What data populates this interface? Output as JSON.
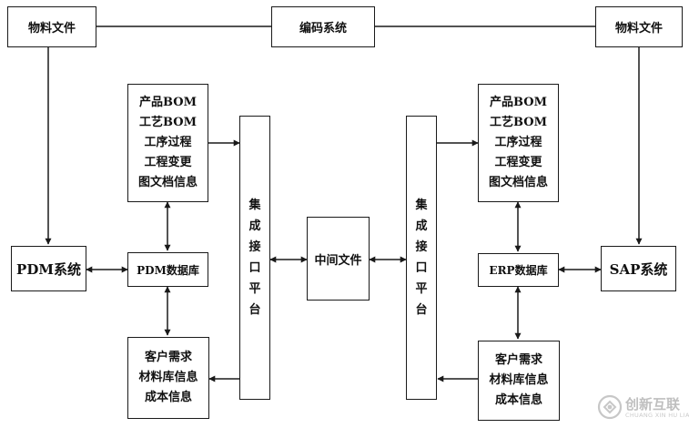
{
  "diagram": {
    "nodes": {
      "material_file_left": "物料文件",
      "coding_system": "编码系统",
      "material_file_right": "物料文件",
      "pdm_system": "PDM系统",
      "pdm_database": "PDM数据库",
      "erp_database": "ERP数据库",
      "sap_system": "SAP系统",
      "middle_file": "中间文件"
    },
    "left_info_top": [
      "产品BOM",
      "工艺BOM",
      "工序过程",
      "工程变更",
      "图文档信息"
    ],
    "left_info_bottom": [
      "客户需求",
      "材料库信息",
      "成本信息"
    ],
    "right_info_top": [
      "产品BOM",
      "工艺BOM",
      "工序过程",
      "工程变更",
      "图文档信息"
    ],
    "right_info_bottom": [
      "客户需求",
      "材料库信息",
      "成本信息"
    ],
    "left_platform": [
      "集",
      "成",
      "接",
      "口",
      "平",
      "台"
    ],
    "right_platform": [
      "集",
      "成",
      "接",
      "口",
      "平",
      "台"
    ],
    "colors": {
      "stroke": "#1a1a1a",
      "text": "#111111",
      "background": "#ffffff"
    }
  },
  "watermark": {
    "text": "创新互联",
    "subtext": "CHUANG XIN HU LIAN"
  }
}
